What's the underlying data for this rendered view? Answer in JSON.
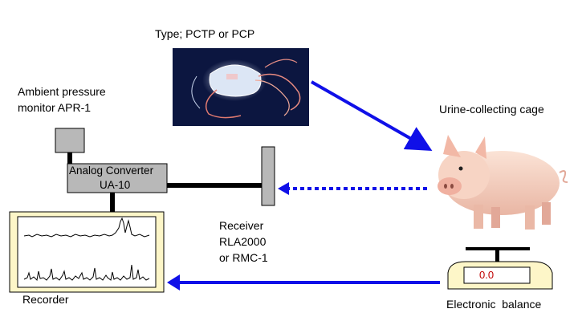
{
  "labels": {
    "transmitter_type": "Type; PCTP or PCP",
    "ambient_monitor_line1": "Ambient pressure",
    "ambient_monitor_line2": "monitor APR-1",
    "converter_line1": "Analog Converter",
    "converter_line2": "UA-10",
    "receiver_line1": "Receiver",
    "receiver_line2": "RLA2000",
    "receiver_line3": "or RMC-1",
    "cage": "Urine-collecting cage",
    "recorder": "Recorder",
    "balance": "Electronic  balance",
    "balance_reading": "0.0"
  },
  "colors": {
    "arrow": "#1010e8",
    "box_fill": "#b8b8b8",
    "recorder_panel": "#fdf6c8",
    "photo_bg": "#0c1640",
    "balance_reading": "#c00000"
  },
  "icons": {
    "transmitter": "telemetry-transmitter-photo",
    "animal": "pig-icon",
    "balance": "electronic-balance-icon"
  }
}
